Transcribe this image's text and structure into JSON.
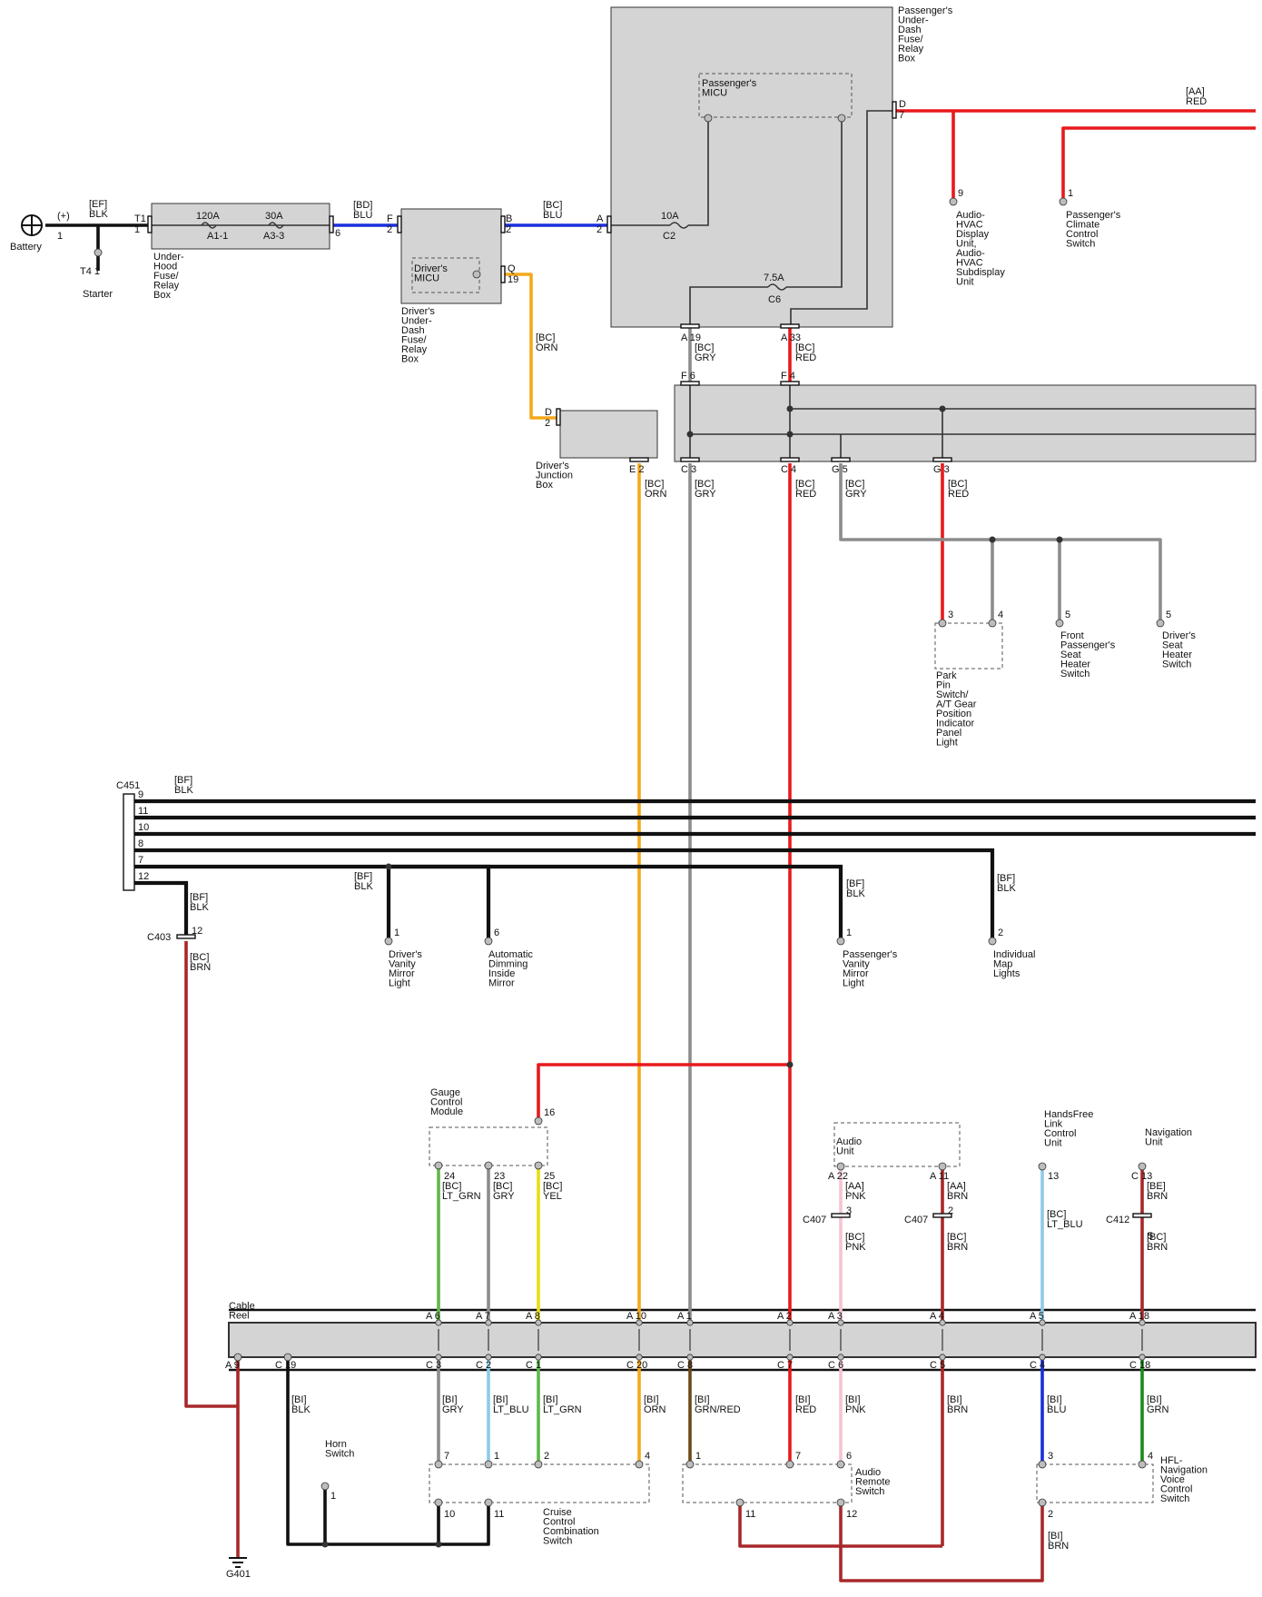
{
  "battery": {
    "label": "Battery",
    "polarity": "(+)",
    "pin": "1"
  },
  "wires": {
    "ef_blk": [
      "[EF]",
      "BLK"
    ],
    "bd_blu": [
      "[BD]",
      "BLU"
    ],
    "bc_blu": [
      "[BC]",
      "BLU"
    ],
    "aa_red": [
      "[AA]",
      "RED"
    ],
    "bc_orn_top": [
      "[BC]",
      "ORN"
    ],
    "bc_gry_top": [
      "[BC]",
      "GRY"
    ],
    "bc_red_top": [
      "[BC]",
      "RED"
    ],
    "bc_orn": [
      "[BC]",
      "ORN"
    ],
    "bc_gry": [
      "[BC]",
      "GRY"
    ],
    "bc_red": [
      "[BC]",
      "RED"
    ],
    "bc_gry_g": [
      "[BC]",
      "GRY"
    ],
    "bc_red_g": [
      "[BC]",
      "RED"
    ],
    "bf_blk_main": [
      "[BF]",
      "BLK"
    ],
    "bf_blk_c403": [
      "[BF]",
      "BLK"
    ],
    "bc_brn_c403": [
      "[BC]",
      "BRN"
    ],
    "bf_blk_drv": [
      "[BF]",
      "BLK"
    ],
    "bf_blk_pass": [
      "[BF]",
      "BLK"
    ],
    "bf_blk_map": [
      "[BF]",
      "BLK"
    ],
    "bc_ltgrn": [
      "[BC]",
      "LT_GRN"
    ],
    "bc_gry_gcm": [
      "[BC]",
      "GRY"
    ],
    "bc_yel": [
      "[BC]",
      "YEL"
    ],
    "aa_pnk": [
      "[AA]",
      "PNK"
    ],
    "bc_pnk": [
      "[BC]",
      "PNK"
    ],
    "aa_brn": [
      "[AA]",
      "BRN"
    ],
    "bc_brn_a": [
      "[BC]",
      "BRN"
    ],
    "bc_ltblu": [
      "[BC]",
      "LT_BLU"
    ],
    "be_brn": [
      "[BE]",
      "BRN"
    ],
    "bc_brn_n": [
      "[BC]",
      "BRN"
    ],
    "bi_blk": [
      "[BI]",
      "BLK"
    ],
    "bi_gry": [
      "[BI]",
      "GRY"
    ],
    "bi_ltblu": [
      "[BI]",
      "LT_BLU"
    ],
    "bi_ltgrn": [
      "[BI]",
      "LT_GRN"
    ],
    "bi_orn": [
      "[BI]",
      "ORN"
    ],
    "bi_grnred": [
      "[BI]",
      "GRN/RED"
    ],
    "bi_red": [
      "[BI]",
      "RED"
    ],
    "bi_pnk": [
      "[BI]",
      "PNK"
    ],
    "bi_brn": [
      "[BI]",
      "BRN"
    ],
    "bi_blu": [
      "[BI]",
      "BLU"
    ],
    "bi_grn": [
      "[BI]",
      "GRN"
    ],
    "bi_brn_b": [
      "[BI]",
      "BRN"
    ]
  },
  "components": {
    "underhood": [
      "Under-",
      "Hood",
      "Fuse/",
      "Relay",
      "Box"
    ],
    "drv_underdash": [
      "Driver's",
      "Under-",
      "Dash",
      "Fuse/",
      "Relay",
      "Box"
    ],
    "drv_micu": [
      "Driver's",
      "MICU"
    ],
    "pass_underdash": [
      "Passenger's",
      "Under-",
      "Dash",
      "Fuse/",
      "Relay",
      "Box"
    ],
    "pass_micu": [
      "Passenger's",
      "MICU"
    ],
    "starter": "Starter",
    "audio_hvac": [
      "Audio-",
      "HVAC",
      "Display",
      "Unit,",
      "Audio-",
      "HVAC",
      "Subdisplay",
      "Unit"
    ],
    "pass_climate": [
      "Passenger's",
      "Climate",
      "Control",
      "Switch"
    ],
    "drv_junction": [
      "Driver's",
      "Junction",
      "Box"
    ],
    "park_pin": [
      "Park",
      "Pin",
      "Switch/",
      "A/T Gear",
      "Position",
      "Indicator",
      "Panel",
      "Light"
    ],
    "front_pass_seat": [
      "Front",
      "Passenger's",
      "Seat",
      "Heater",
      "Switch"
    ],
    "drv_seat": [
      "Driver's",
      "Seat",
      "Heater",
      "Switch"
    ],
    "drv_vanity": [
      "Driver's",
      "Vanity",
      "Mirror",
      "Light"
    ],
    "auto_dim": [
      "Automatic",
      "Dimming",
      "Inside",
      "Mirror"
    ],
    "pass_vanity": [
      "Passenger's",
      "Vanity",
      "Mirror",
      "Light"
    ],
    "map_lights": [
      "Individual",
      "Map",
      "Lights"
    ],
    "gauge": [
      "Gauge",
      "Control",
      "Module"
    ],
    "audio_unit": [
      "Audio",
      "Unit"
    ],
    "hfl": [
      "HandsFree",
      "Link",
      "Control",
      "Unit"
    ],
    "nav": [
      "Navigation",
      "Unit"
    ],
    "cable_reel": [
      "Cable",
      "Reel"
    ],
    "horn": [
      "Horn",
      "Switch"
    ],
    "cruise": [
      "Cruise",
      "Control",
      "Combination",
      "Switch"
    ],
    "audio_remote": [
      "Audio",
      "Remote",
      "Switch"
    ],
    "hfl_nav_voice": [
      "HFL-",
      "Navigation",
      "Voice",
      "Control",
      "Switch"
    ],
    "ground": "G401",
    "c451": "C451",
    "c403": "C403",
    "c407a": "C407",
    "c407b": "C407",
    "c412": "C412"
  },
  "fuses": {
    "f120": {
      "rating": "120A",
      "id": "A1-1"
    },
    "f30": {
      "rating": "30A",
      "id": "A3-3"
    },
    "f10": {
      "rating": "10A",
      "id": "C2"
    },
    "f75": {
      "rating": "7.5A",
      "id": "C6"
    }
  },
  "pins": {
    "t1": [
      "T1",
      "1"
    ],
    "t4": [
      "T4",
      "1"
    ],
    "uh6": "6",
    "f2": [
      "F",
      "2"
    ],
    "b2": [
      "B",
      "2"
    ],
    "q19": [
      "Q",
      "19"
    ],
    "a2": [
      "A",
      "2"
    ],
    "d7": [
      "D",
      "7"
    ],
    "a19": [
      "A",
      "19"
    ],
    "a33": [
      "A",
      "33"
    ],
    "ah9": "9",
    "pc1": "1",
    "f6": [
      "F",
      "6"
    ],
    "f4": [
      "F",
      "4"
    ],
    "d2": [
      "D",
      "2"
    ],
    "e2": [
      "E",
      "2"
    ],
    "c3": [
      "C",
      "3"
    ],
    "c4": [
      "C",
      "4"
    ],
    "g5": [
      "G",
      "5"
    ],
    "g3": [
      "G",
      "3"
    ],
    "pp3": "3",
    "pp4": "4",
    "fps5": "5",
    "ds5": "5",
    "c451": [
      "9",
      "11",
      "10",
      "8",
      "7",
      "12"
    ],
    "c403": "12",
    "dvm1": "1",
    "adm6": "6",
    "pvm1": "1",
    "ml2": "2",
    "gcm16": "16",
    "gcm": [
      "24",
      "23",
      "25"
    ],
    "au": [
      "A",
      "22",
      "A",
      "11"
    ],
    "c407a": "3",
    "c407b": "2",
    "hfl13": "13",
    "nav": [
      "C",
      "13"
    ],
    "c412": "5",
    "cr_top": [
      [
        "A",
        "6"
      ],
      [
        "A",
        "7"
      ],
      [
        "A",
        "8"
      ],
      [
        "A",
        "10"
      ],
      [
        "A",
        "1"
      ],
      [
        "A",
        "2"
      ],
      [
        "A",
        "3"
      ],
      [
        "A",
        "4"
      ],
      [
        "A",
        "5"
      ],
      [
        "A",
        "18"
      ]
    ],
    "cr_bot": [
      [
        "A",
        "9"
      ],
      [
        "C",
        "19"
      ],
      [
        "C",
        "3"
      ],
      [
        "C",
        "2"
      ],
      [
        "C",
        "1"
      ],
      [
        "C",
        "20"
      ],
      [
        "C",
        "8"
      ],
      [
        "C",
        "7"
      ],
      [
        "C",
        "6"
      ],
      [
        "C",
        "5"
      ],
      [
        "C",
        "4"
      ],
      [
        "C",
        "18"
      ]
    ],
    "horn1": "1",
    "cc": [
      "7",
      "1",
      "2",
      "4",
      "10",
      "11"
    ],
    "ar": [
      "1",
      "7",
      "6",
      "11",
      "12"
    ],
    "hv": [
      "3",
      "4",
      "2"
    ]
  }
}
